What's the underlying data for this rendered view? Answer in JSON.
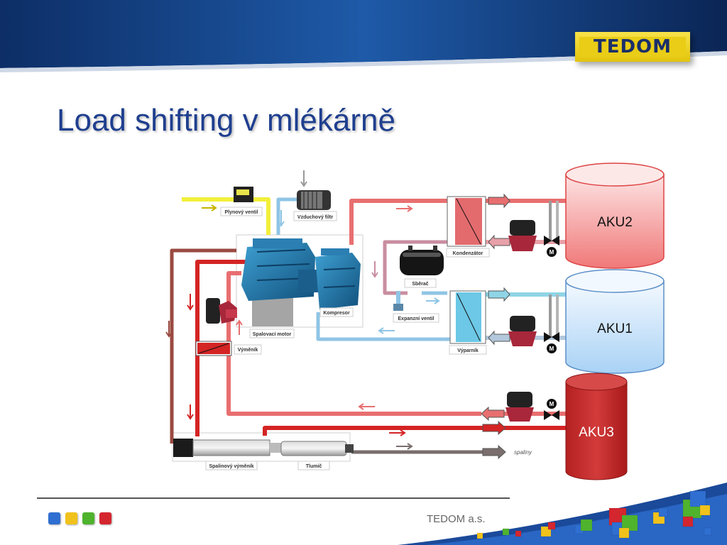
{
  "slide": {
    "title": "Load shifting v mlékárně",
    "company": "TEDOM a.s.",
    "logo_text": "TEDOM"
  },
  "colors": {
    "title": "#1f3f8f",
    "hot_pipe": "#d42424",
    "warm_pipe": "#e86f70",
    "cold_pipe": "#8fc5e6",
    "gas_pipe": "#f2ef3a",
    "exhaust_pipe": "#9a4a40",
    "logo_yellow": "#e9cd16",
    "logo_text": "#1a2f6a"
  },
  "diagram": {
    "components": {
      "gas_valve": "Plynový ventil",
      "air_filter": "Vzduchový filtr",
      "engine": "Spalovací motor",
      "compressor": "Kompresor",
      "exchanger": "Výměník",
      "condenser": "Kondenzátor",
      "receiver": "Sběrač",
      "expansion_valve": "Expanzní ventil",
      "evaporator": "Výparník",
      "flue_exchanger": "Spalinový výměník",
      "muffler": "Tlumič",
      "flue_gas": "spaliny"
    },
    "tanks": {
      "aku2": "AKU2",
      "aku1": "AKU1",
      "aku3": "AKU3"
    },
    "motor_label": "M"
  },
  "footer_squares": [
    "#2f6fd1",
    "#f1c21c",
    "#4fb32e",
    "#d4262f"
  ]
}
